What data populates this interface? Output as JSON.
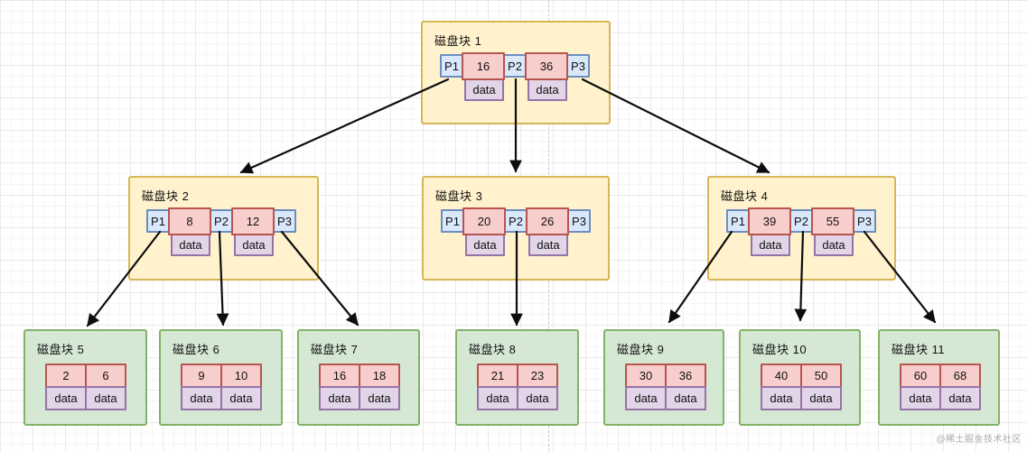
{
  "watermark": "@稀土掘金技术社区",
  "colors": {
    "internal_fill": "#FFF2CC",
    "internal_border": "#D6B656",
    "leaf_fill": "#D5E8D4",
    "leaf_border": "#82B366",
    "pointer_fill": "#DAE8FC",
    "pointer_border": "#6C8EBF",
    "key_fill": "#F8CECC",
    "key_border": "#B85450",
    "data_fill": "#E1D5E7",
    "data_border": "#9673A6",
    "arrow": "#000000"
  },
  "blocks": {
    "internal": [
      {
        "label": "磁盘块 1",
        "cells": [
          "P1",
          "16",
          "P2",
          "36",
          "P3"
        ],
        "data": [
          "data",
          "data"
        ]
      },
      {
        "label": "磁盘块 2",
        "cells": [
          "P1",
          "8",
          "P2",
          "12",
          "P3"
        ],
        "data": [
          "data",
          "data"
        ]
      },
      {
        "label": "磁盘块 3",
        "cells": [
          "P1",
          "20",
          "P2",
          "26",
          "P3"
        ],
        "data": [
          "data",
          "data"
        ]
      },
      {
        "label": "磁盘块 4",
        "cells": [
          "P1",
          "39",
          "P2",
          "55",
          "P3"
        ],
        "data": [
          "data",
          "data"
        ]
      }
    ],
    "leaf": [
      {
        "label": "磁盘块 5",
        "keys": [
          "2",
          "6"
        ],
        "data": [
          "data",
          "data"
        ]
      },
      {
        "label": "磁盘块 6",
        "keys": [
          "9",
          "10"
        ],
        "data": [
          "data",
          "data"
        ]
      },
      {
        "label": "磁盘块 7",
        "keys": [
          "16",
          "18"
        ],
        "data": [
          "data",
          "data"
        ]
      },
      {
        "label": "磁盘块 8",
        "keys": [
          "21",
          "23"
        ],
        "data": [
          "data",
          "data"
        ]
      },
      {
        "label": "磁盘块 9",
        "keys": [
          "30",
          "36"
        ],
        "data": [
          "data",
          "data"
        ]
      },
      {
        "label": "磁盘块 10",
        "keys": [
          "40",
          "50"
        ],
        "data": [
          "data",
          "data"
        ]
      },
      {
        "label": "磁盘块 11",
        "keys": [
          "60",
          "68"
        ],
        "data": [
          "data",
          "data"
        ]
      }
    ]
  }
}
